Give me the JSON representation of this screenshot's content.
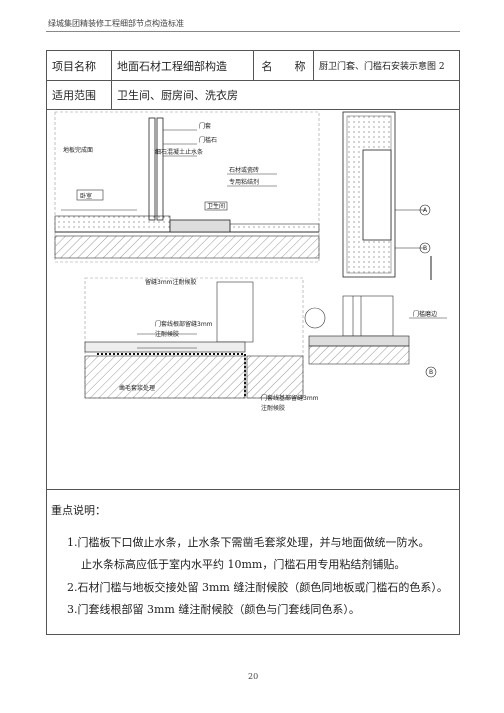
{
  "header": {
    "title": "绿城集团精装修工程细部节点构造标准"
  },
  "table": {
    "project_label": "项目名称",
    "project_value": "地面石材工程细部构造",
    "name_label": "名　　称",
    "name_value": "厨卫门套、门槛石安装示意图 2",
    "scope_label": "适用范围",
    "scope_value": "卫生间、厨房间、洗衣房"
  },
  "drawing": {
    "labels": {
      "floor_finish": "地板完成面",
      "bedroom": "卧室",
      "door_casing": "门套",
      "threshold": "门槛石",
      "waterstop": "细石混凝土止水条",
      "stone_tile": "石材或瓷砖",
      "adhesive": "专用粘结剂",
      "bathroom": "卫生间",
      "sealant_3mm": "留缝3mm注耐候胶",
      "casing_root_1": "门套线根部留缝3mm",
      "casing_root_2": "注耐候胶",
      "rough_treat": "凿毛套浆处理",
      "threshold_edge": "门槛磨边",
      "casing_bottom_1": "门套线基部留缝3mm",
      "casing_bottom_2": "注耐候胶",
      "marker_a": "A",
      "marker_b": "B"
    }
  },
  "notes": {
    "title": "重点说明：",
    "item1_line1": "1.门槛板下口做止水条，止水条下需凿毛套浆处理，并与地面做统一防水。",
    "item1_line2": "止水条标高应低于室内水平约 10mm，门槛石用专用粘结剂铺贴。",
    "item2": "2.石材门槛与地板交接处留 3mm 缝注耐候胶（颜色同地板或门槛石的色系）。",
    "item3": "3.门套线根部留 3mm 缝注耐候胶（颜色与门套线同色系）。"
  },
  "footer": {
    "page_number": "20"
  }
}
